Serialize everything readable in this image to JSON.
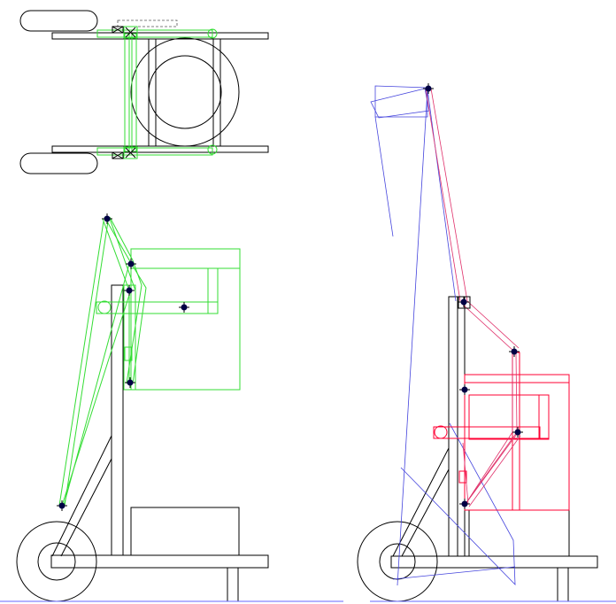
{
  "colors": {
    "frame": "#000000",
    "design_a": "#33dd33",
    "design_b": "#ff0033",
    "design_b_links": "#e0306a",
    "sweep": "#4444dd",
    "ground": "#6666ff",
    "joint": "#000044"
  },
  "panels": [
    "top-view",
    "side-view-green",
    "side-view-red"
  ]
}
